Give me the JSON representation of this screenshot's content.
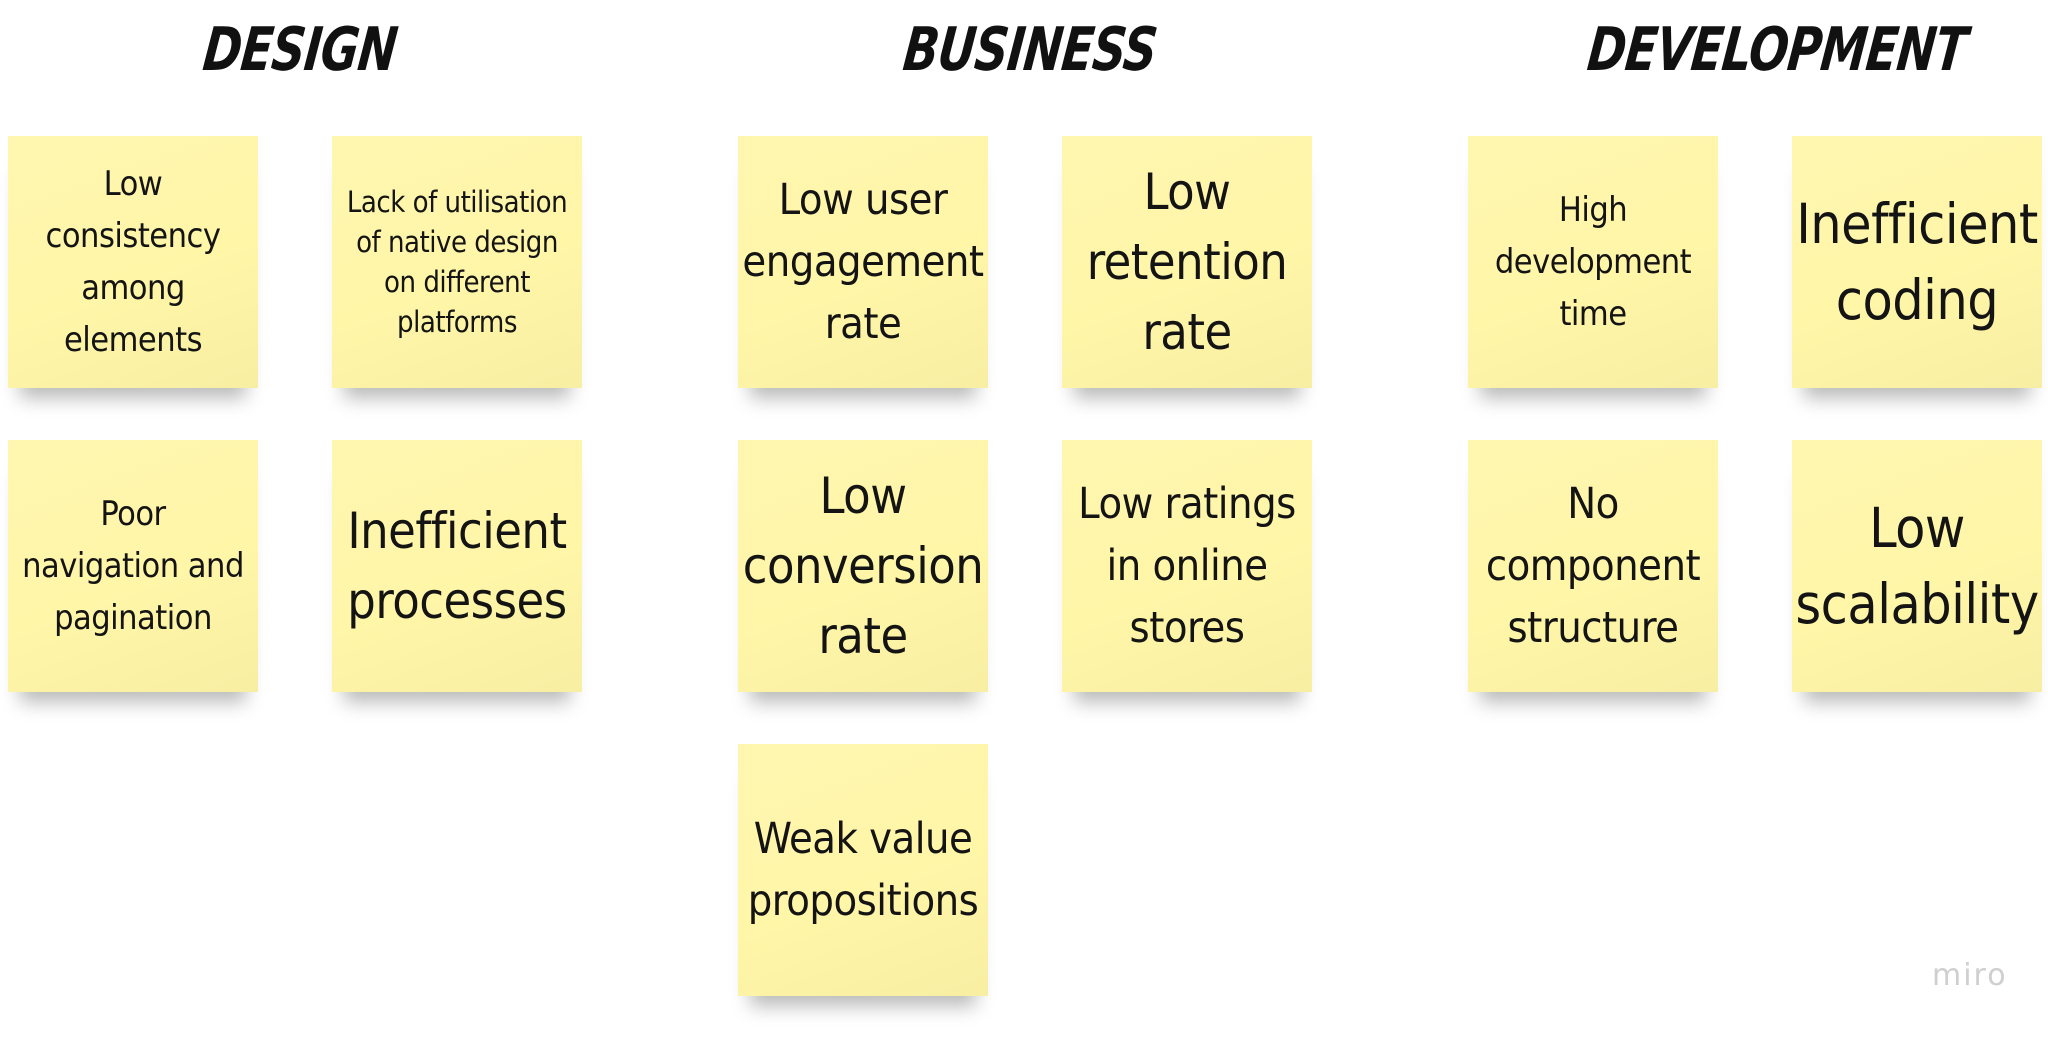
{
  "columns": {
    "design": {
      "title": "DESIGN",
      "notes": [
        "Low\nconsistency\namong\nelements",
        "Lack of utilisation\nof native design\non different\nplatforms",
        "Poor\nnavigation and\npagination",
        "Inefficient\nprocesses"
      ]
    },
    "business": {
      "title": "BUSINESS",
      "notes": [
        "Low user\nengagement\nrate",
        "Low\nretention\nrate",
        "Low\nconversion\nrate",
        "Low ratings\nin online\nstores",
        "Weak value\npropositions"
      ]
    },
    "development": {
      "title": "DEVELOPMENT",
      "notes": [
        "High\ndevelopment\ntime",
        "Inefficient\ncoding",
        "No\ncomponent\nstructure",
        "Low\nscalability"
      ]
    }
  },
  "note_color": "#fff6a8",
  "watermark": "miro"
}
